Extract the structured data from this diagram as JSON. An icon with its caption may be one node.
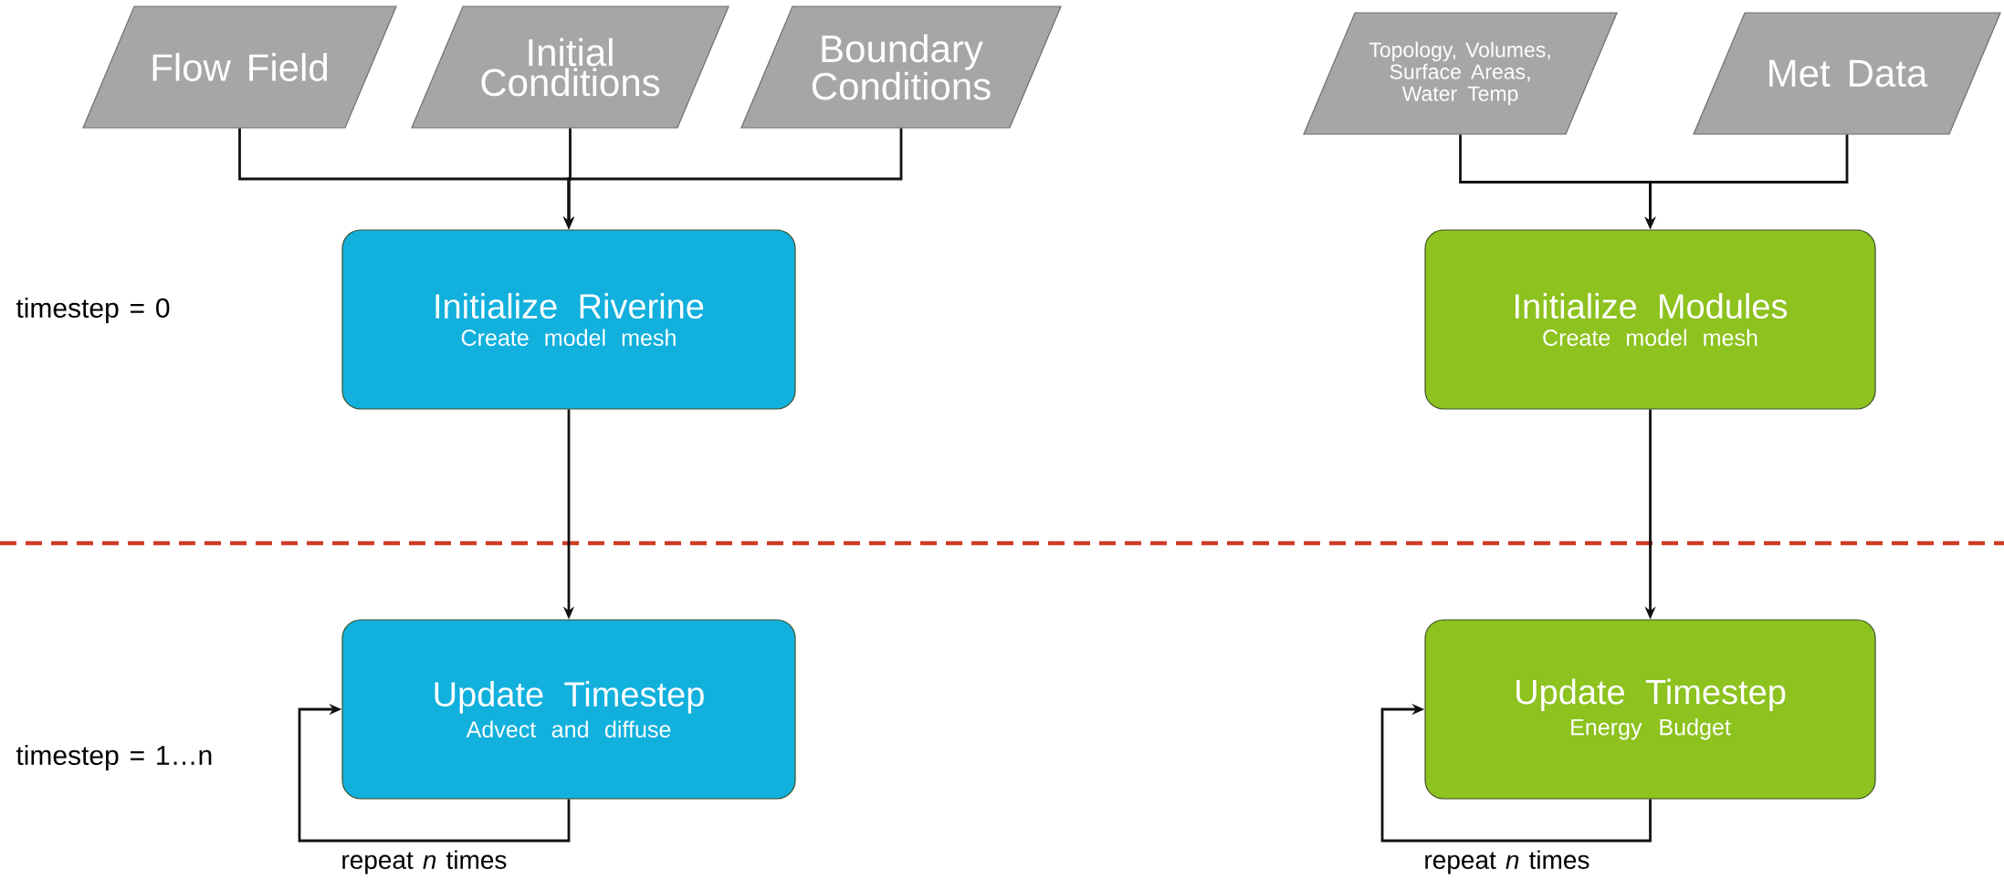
{
  "diagram": {
    "nodes": [
      {
        "text": [
          "Flow Field"
        ]
      },
      {
        "text": [
          "Initial Conditions"
        ]
      },
      {
        "text": [
          "Boundary Conditions"
        ]
      },
      {
        "text": [
          "Topology, Volumes, Surface Areas, Water Temp"
        ]
      },
      {
        "text": [
          "Met Data"
        ]
      },
      {
        "text": [
          "Initialize Riverine",
          "Create model mesh"
        ]
      },
      {
        "text": [
          "Initialize Modules",
          "Create model mesh"
        ]
      },
      {
        "text": [
          "Update Timestep",
          "Advect and diffuse"
        ]
      },
      {
        "text": [
          "Update Timestep",
          "Energy Budget"
        ]
      }
    ],
    "edges": [
      {
        "from": 0,
        "to": 5,
        "arrow": "to"
      },
      {
        "from": 1,
        "to": 5,
        "arrow": "to"
      },
      {
        "from": 2,
        "to": 5,
        "arrow": "to"
      },
      {
        "from": 3,
        "to": 6,
        "arrow": "to"
      },
      {
        "from": 4,
        "to": 6,
        "arrow": "to"
      },
      {
        "from": 5,
        "to": 7,
        "arrow": "to"
      },
      {
        "from": 6,
        "to": 8,
        "arrow": "to"
      },
      {
        "from": 7,
        "to": 7,
        "arrow": "to",
        "label": "repeat *n* times"
      },
      {
        "from": 8,
        "to": 8,
        "arrow": "to",
        "label": "repeat *n* times"
      }
    ],
    "labels": [
      "timestep = 0",
      "timestep = 1…n"
    ]
  }
}
